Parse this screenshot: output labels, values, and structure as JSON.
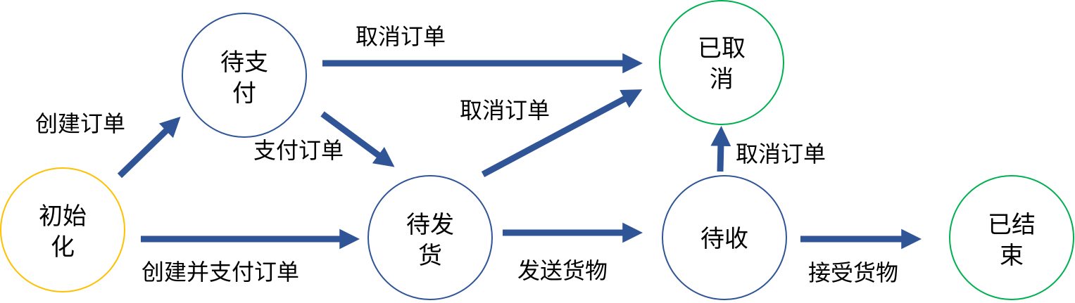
{
  "colors": {
    "arrow": "#2f5597",
    "initial_node": "#ffc000",
    "intermediate_node": "#2f5597",
    "terminal_node": "#00b050"
  },
  "nodes": {
    "init": {
      "line1": "初始",
      "line2": "化"
    },
    "pending_payment": {
      "line1": "待支",
      "line2": "付"
    },
    "pending_shipment": {
      "line1": "待发",
      "line2": "货"
    },
    "pending_receipt": {
      "line1": "待收"
    },
    "cancelled": {
      "line1": "已取",
      "line2": "消"
    },
    "completed": {
      "line1": "已结",
      "line2": "束"
    }
  },
  "edges": {
    "create_order": "创建订单",
    "create_and_pay": "创建并支付订单",
    "pay_order": "支付订单",
    "cancel_from_payment": "取消订单",
    "cancel_from_shipment": "取消订单",
    "ship_goods": "发送货物",
    "cancel_from_receipt": "取消订单",
    "accept_goods": "接受货物"
  }
}
